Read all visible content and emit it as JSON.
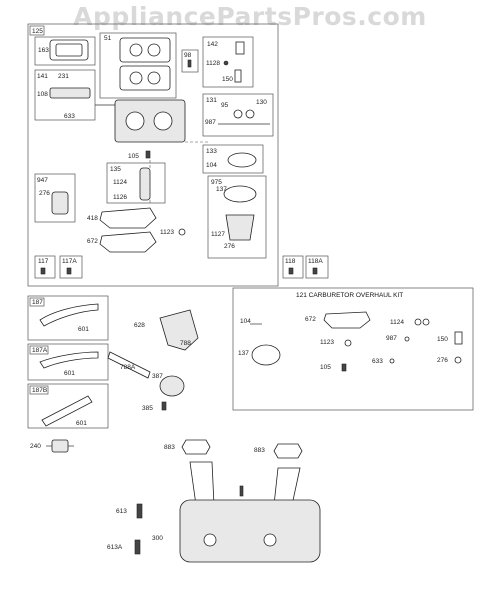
{
  "watermark": "AppliancePartsPros.com",
  "kit": {
    "title": "121 CARBURETOR OVERHAUL KIT"
  },
  "labels": {
    "l125": "125",
    "l163": "163",
    "l51": "51",
    "l98": "98",
    "l142": "142",
    "l1128": "1128",
    "l150a": "150",
    "l141": "141",
    "l231": "231",
    "l108": "108",
    "l633a": "633",
    "l131": "131",
    "l95": "95",
    "l130": "130",
    "l987a": "987",
    "l133": "133",
    "l104a": "104",
    "l105a": "105",
    "l135": "135",
    "l1124a": "1124",
    "l1126": "1126",
    "l947": "947",
    "l276a": "276",
    "l975": "975",
    "l137a": "137",
    "l418": "418",
    "l672a": "672",
    "l1123a": "1123",
    "l1127": "1127",
    "l276b": "276",
    "l117": "117",
    "l117a": "117A",
    "l118": "118",
    "l118a": "118A",
    "l187": "187",
    "l601a": "601",
    "l187a": "187A",
    "l601b": "601",
    "l187b": "187B",
    "l601c": "601",
    "l628": "628",
    "l788": "788",
    "l788a": "788A",
    "l387": "387",
    "l385": "385",
    "l104b": "104",
    "l672b": "672",
    "l1124b": "1124",
    "l137b": "137",
    "l1123b": "1123",
    "l987b": "987",
    "l150b": "150",
    "l633b": "633",
    "l276c": "276",
    "l105b": "105",
    "l240": "240",
    "l883a": "883",
    "l883b": "883",
    "l613": "613",
    "l613a": "613A",
    "l300": "300"
  }
}
